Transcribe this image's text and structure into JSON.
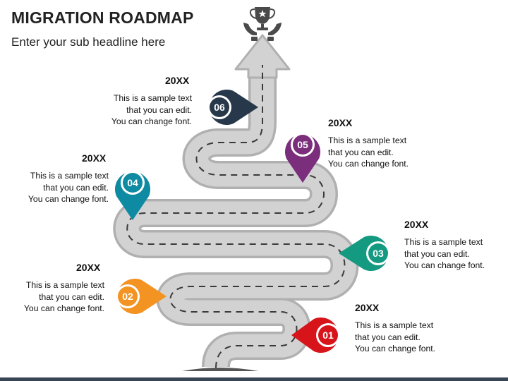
{
  "header": {
    "title": "MIGRATION ROADMAP",
    "subtitle": "Enter your sub headline here"
  },
  "icons": {
    "trophy": "trophy-in-hands-icon"
  },
  "milestones": [
    {
      "number": "01",
      "year": "20XX",
      "lines": [
        "This is a sample text",
        "that you can edit.",
        "You can change font."
      ],
      "color": "#D7141A"
    },
    {
      "number": "02",
      "year": "20XX",
      "lines": [
        "This is a sample text",
        "that you can edit.",
        "You can change font."
      ],
      "color": "#F39322"
    },
    {
      "number": "03",
      "year": "20XX",
      "lines": [
        "This is a sample text",
        "that you can edit.",
        "You can change font."
      ],
      "color": "#139A80"
    },
    {
      "number": "04",
      "year": "20XX",
      "lines": [
        "This is a sample text",
        "that you can edit.",
        "You can change font."
      ],
      "color": "#0E8AA3"
    },
    {
      "number": "05",
      "year": "20XX",
      "lines": [
        "This is a sample text",
        "that you can edit.",
        "You can change font."
      ],
      "color": "#7A2E7C"
    },
    {
      "number": "06",
      "year": "20XX",
      "lines": [
        "This is a sample text",
        "that you can edit.",
        "You can change font."
      ],
      "color": "#27384A"
    }
  ],
  "colors": {
    "road": "#C8C8C8",
    "road_edge": "#B0B0B0",
    "road_dash": "#3A3A3A",
    "icon": "#4A4A4A"
  }
}
